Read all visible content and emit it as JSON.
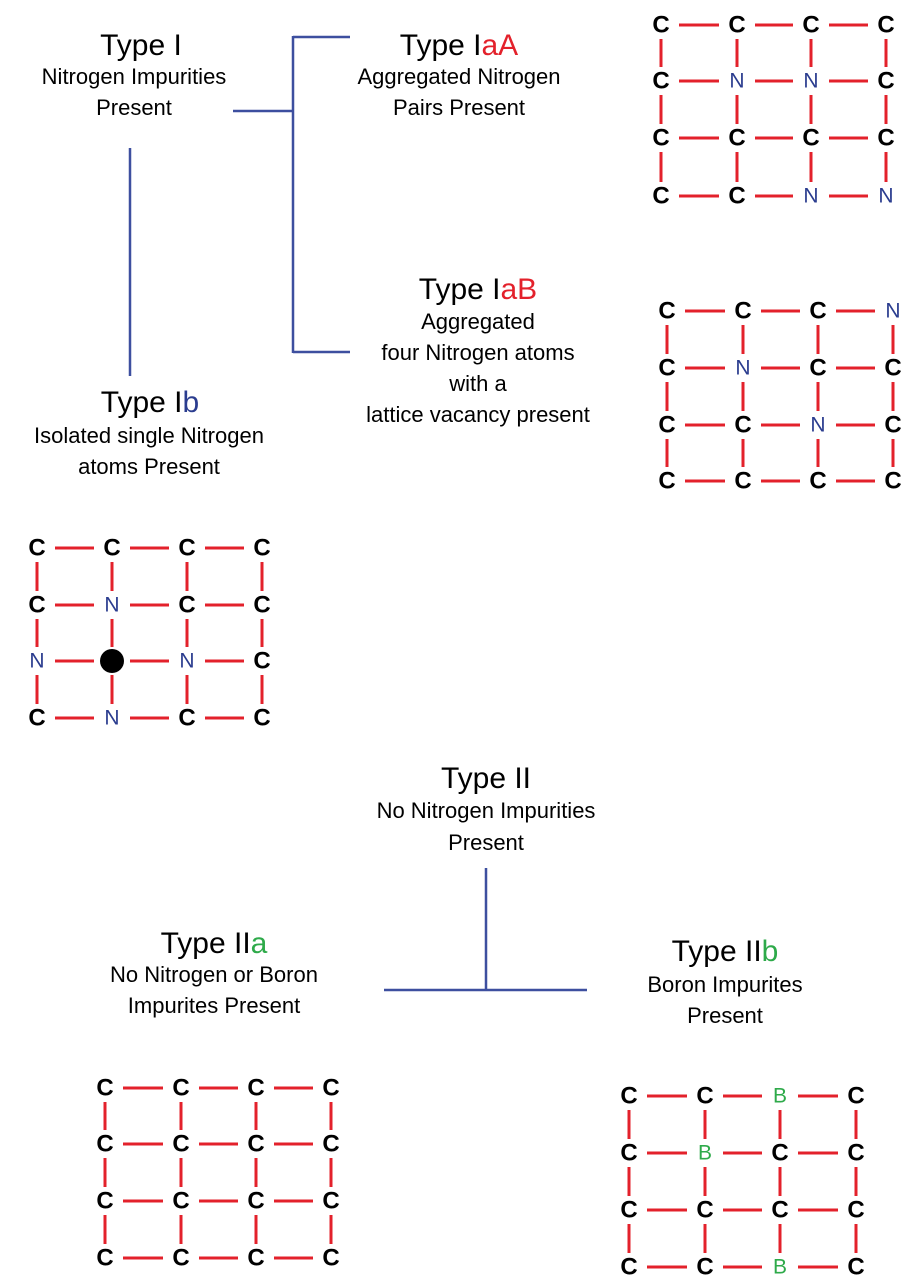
{
  "colors": {
    "bond": "#e3212b",
    "tree": "#3d4f9f",
    "carbon": "#000000",
    "nitrogen": "#2b3d8f",
    "boron": "#2eaa4a",
    "suffix_red": "#e3212b",
    "suffix_blue": "#2b3d8f",
    "suffix_green": "#2eaa4a"
  },
  "labels": {
    "type1": {
      "base": "Type I",
      "suffix": "",
      "suffix_color": "",
      "lines": [
        "Nitrogen Impurities",
        "Present"
      ]
    },
    "type1aA": {
      "base": "Type I",
      "suffix": "aA",
      "suffix_color": "suffix_red",
      "lines": [
        "Aggregated Nitrogen",
        "Pairs Present"
      ]
    },
    "type1aB": {
      "base": "Type I",
      "suffix": "aB",
      "suffix_color": "suffix_red",
      "lines": [
        "Aggregated",
        "four Nitrogen atoms",
        "with a",
        "lattice vacancy present"
      ]
    },
    "type1b": {
      "base": "Type I",
      "suffix": "b",
      "suffix_color": "suffix_blue",
      "lines": [
        "Isolated single Nitrogen",
        "atoms Present"
      ]
    },
    "type2": {
      "base": "Type II",
      "suffix": "",
      "suffix_color": "",
      "lines": [
        "No Nitrogen Impurities",
        "Present"
      ]
    },
    "type2a": {
      "base": "Type II",
      "suffix": "a",
      "suffix_color": "suffix_green",
      "lines": [
        "No Nitrogen or Boron",
        "Impurites Present"
      ]
    },
    "type2b": {
      "base": "Type II",
      "suffix": "b",
      "suffix_color": "suffix_green",
      "lines": [
        "Boron Impurites",
        "Present"
      ]
    }
  },
  "lattices": {
    "type1aA": [
      [
        "C",
        "C",
        "C",
        "C"
      ],
      [
        "C",
        "N",
        "N",
        "C"
      ],
      [
        "C",
        "C",
        "C",
        "C"
      ],
      [
        "C",
        "C",
        "N",
        "N"
      ]
    ],
    "type1aB": [
      [
        "C",
        "C",
        "C",
        "N"
      ],
      [
        "C",
        "N",
        "C",
        "C"
      ],
      [
        "C",
        "C",
        "N",
        "C"
      ],
      [
        "C",
        "C",
        "C",
        "C"
      ]
    ],
    "type1b": [
      [
        "C",
        "C",
        "C",
        "C"
      ],
      [
        "C",
        "N",
        "C",
        "C"
      ],
      [
        "N",
        "vacancy",
        "N",
        "C"
      ],
      [
        "C",
        "N",
        "C",
        "C"
      ]
    ],
    "type2a": [
      [
        "C",
        "C",
        "C",
        "C"
      ],
      [
        "C",
        "C",
        "C",
        "C"
      ],
      [
        "C",
        "C",
        "C",
        "C"
      ],
      [
        "C",
        "C",
        "C",
        "C"
      ]
    ],
    "type2b": [
      [
        "C",
        "C",
        "B",
        "C"
      ],
      [
        "C",
        "B",
        "C",
        "C"
      ],
      [
        "C",
        "C",
        "C",
        "C"
      ],
      [
        "C",
        "C",
        "B",
        "C"
      ]
    ]
  }
}
